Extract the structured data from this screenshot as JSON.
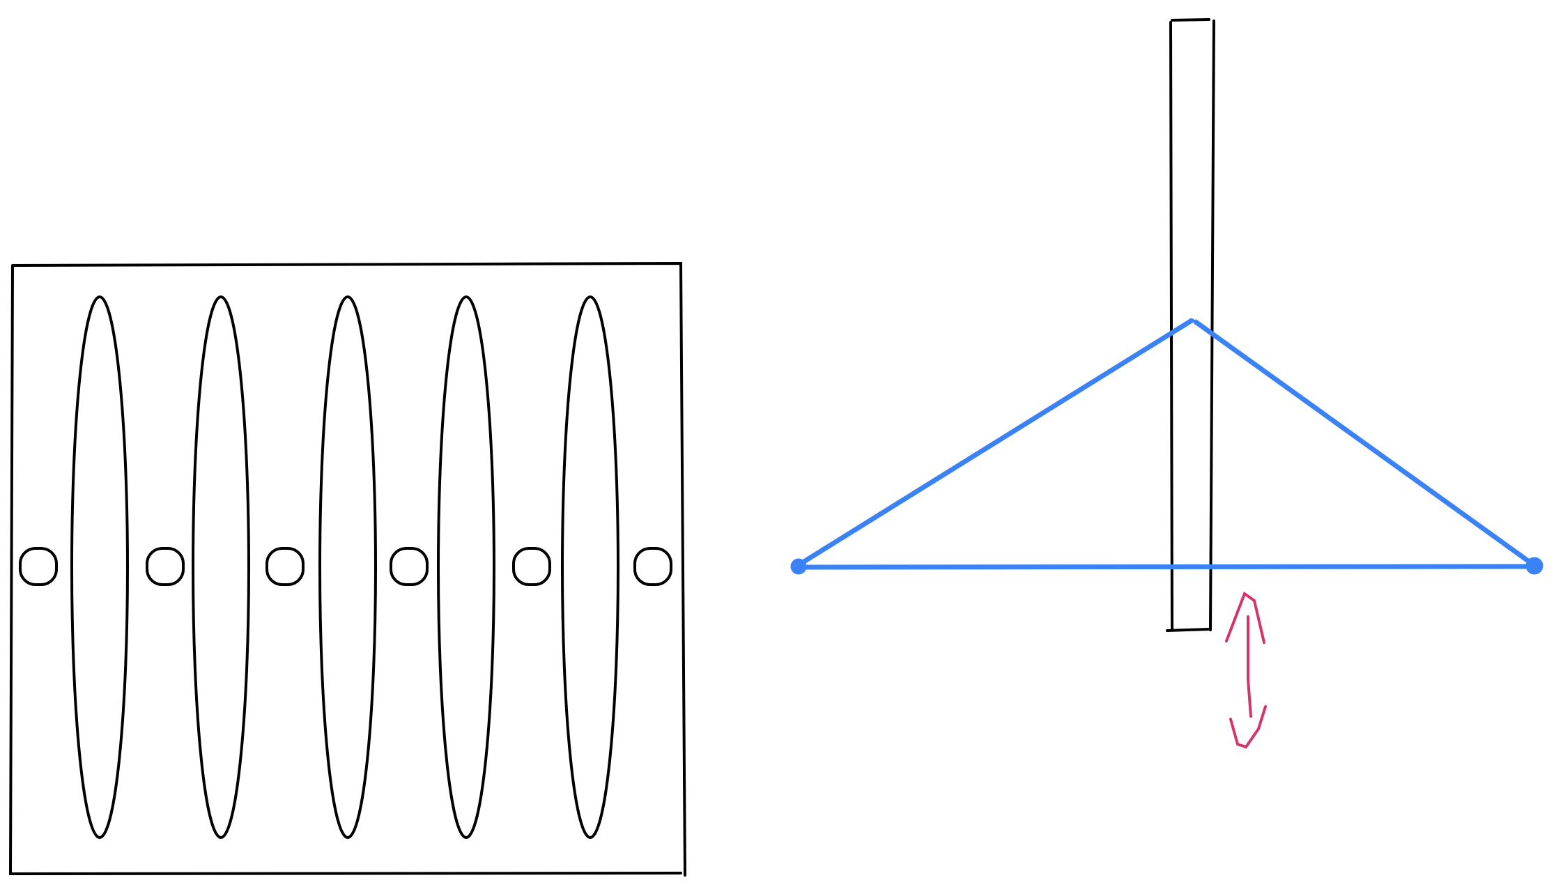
{
  "colors": {
    "background": "#ffffff",
    "stroke": "#000000",
    "truss": "#3b82f6",
    "motion_arrow": "#d6336c"
  },
  "left_figure": {
    "fin_count": 5,
    "knob_count": 6
  },
  "right_figure": {
    "truss_shape": "triangle",
    "motion": "vertical"
  }
}
